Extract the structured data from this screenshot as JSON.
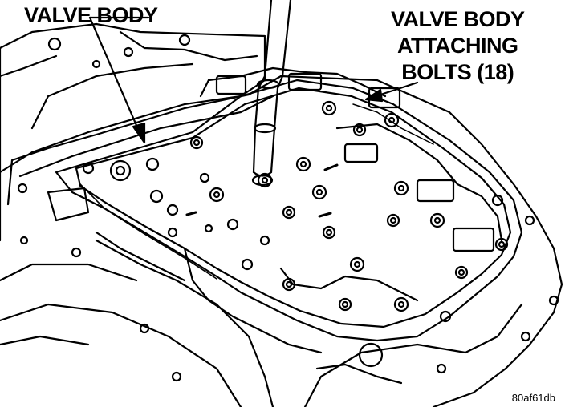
{
  "callouts": {
    "valve_body": "VALVE BODY",
    "attaching_bolts": [
      "VALVE BODY",
      "ATTACHING",
      "BOLTS (18)"
    ]
  },
  "figure_code": "80af61db",
  "colors": {
    "ink": "#000000",
    "paper": "#ffffff"
  }
}
